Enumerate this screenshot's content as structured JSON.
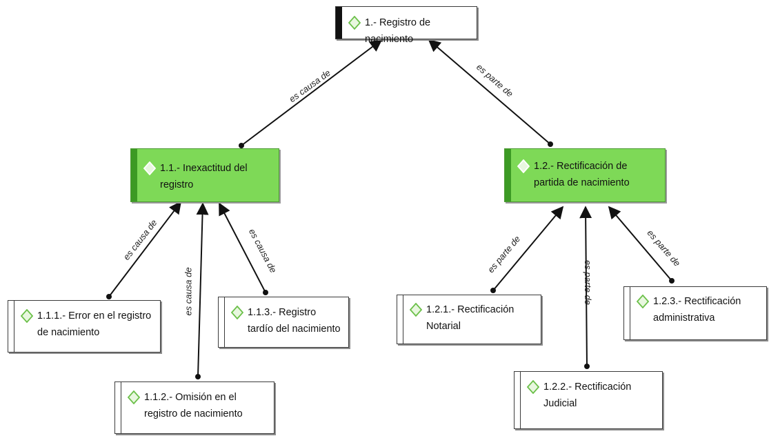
{
  "nodes": {
    "root": {
      "label": "1.- Registro de nacimiento"
    },
    "n11": {
      "label": "1.1.- Inexactitud del registro"
    },
    "n12": {
      "label": "1.2.- Rectificación de partida de nacimiento"
    },
    "n111": {
      "label": "1.1.1.- Error en el registro de nacimiento"
    },
    "n112": {
      "label": "1.1.2.- Omisión en el registro de nacimiento"
    },
    "n113": {
      "label": "1.1.3.- Registro tardío del nacimiento"
    },
    "n121": {
      "label": "1.2.1.- Rectificación Notarial"
    },
    "n122": {
      "label": "1.2.2.- Rectificación Judicial"
    },
    "n123": {
      "label": "1.2.3.- Rectificación administrativa"
    }
  },
  "relations": {
    "root_n11": "es causa de",
    "root_n12": "es parte de",
    "n11_n111": "es causa de",
    "n11_n112": "es causa de",
    "n11_n113": "es causa de",
    "n12_n121": "es parte de",
    "n12_n122": "es parte de",
    "n12_n123": "es parte de"
  },
  "colors": {
    "highlight_fill": "#7ed957",
    "highlight_bar": "#3c9a24",
    "diamond_stroke": "#6cc04a",
    "diamond_fill": "#e8f7df",
    "line": "#111111"
  },
  "icons": {
    "node_icon": "diamond-icon"
  }
}
